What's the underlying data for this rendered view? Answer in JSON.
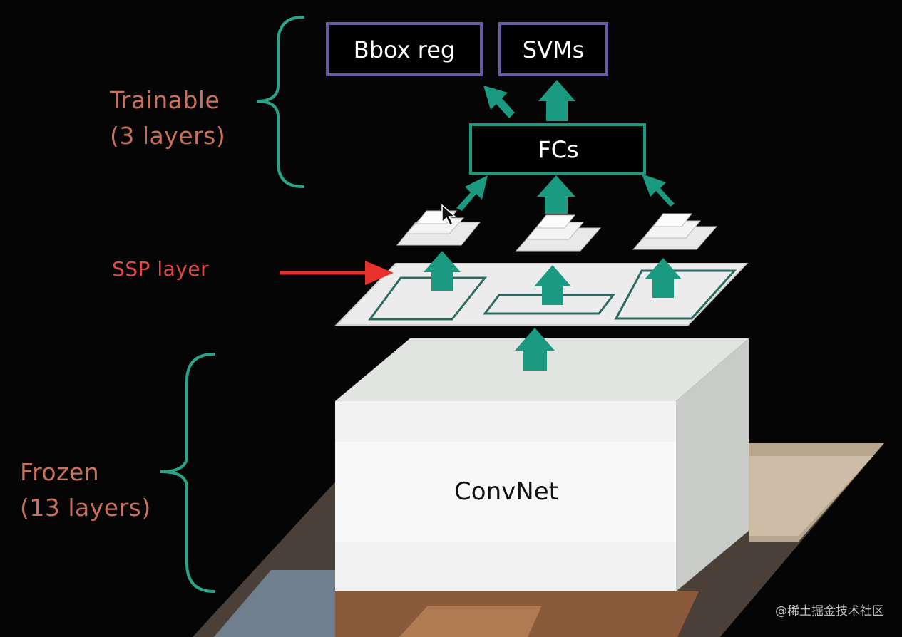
{
  "labels": {
    "trainable": [
      "Trainable",
      "(3 layers)"
    ],
    "frozen": [
      "Frozen",
      "(13 layers)"
    ],
    "ssp_layer": "SSP layer"
  },
  "boxes": {
    "bbox_reg": "Bbox reg",
    "svms": "SVMs",
    "fcs": "FCs",
    "convnet": "ConvNet"
  },
  "colors": {
    "background": "#050505",
    "arrow_green": "#1a9a80",
    "bracket_green": "#2aa38a",
    "box_border_purple": "#6a5aa6",
    "trainable_text": "#c8705a",
    "ssp_text": "#e04a43",
    "pointer_arrow_red": "#e8302c"
  },
  "watermark": "@稀土掘金技术社区"
}
